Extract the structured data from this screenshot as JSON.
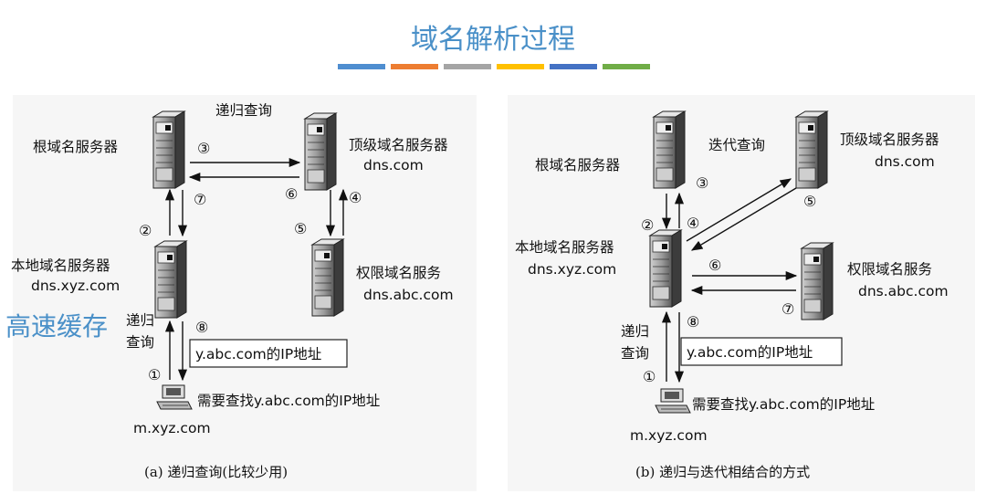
{
  "title": "域名解析过程",
  "stripe_colors": [
    "#4f8ed0",
    "#ed7d31",
    "#a5a5a5",
    "#ffc000",
    "#4472c4",
    "#70ad47"
  ],
  "overlay_label": "高速缓存",
  "panel_a": {
    "caption": "(a) 递归查询(比较少用)",
    "root_server": "根域名服务器",
    "tld_server": [
      "顶级域名服务器",
      "dns.com"
    ],
    "auth_server": [
      "权限域名服务",
      "dns.abc.com"
    ],
    "local_server": [
      "本地域名服务器",
      "dns.xyz.com"
    ],
    "query_type_top": "递归查询",
    "query_type_left": [
      "递归",
      "查询"
    ],
    "result_box": "y.abc.com的IP地址",
    "host_request": "需要查找y.abc.com的IP地址",
    "host_name": "m.xyz.com",
    "steps": [
      "①",
      "②",
      "③",
      "④",
      "⑤",
      "⑥",
      "⑦",
      "⑧"
    ]
  },
  "panel_b": {
    "caption": "(b) 递归与迭代相结合的方式",
    "root_server": "根域名服务器",
    "tld_server": [
      "顶级域名服务器",
      "dns.com"
    ],
    "auth_server": [
      "权限域名服务",
      "dns.abc.com"
    ],
    "local_server": [
      "本地域名服务器",
      "dns.xyz.com"
    ],
    "query_type_top": "迭代查询",
    "query_type_left": [
      "递归",
      "查询"
    ],
    "result_box": "y.abc.com的IP地址",
    "host_request": "需要查找y.abc.com的IP地址",
    "host_name": "m.xyz.com",
    "steps": [
      "①",
      "②",
      "③",
      "④",
      "⑤",
      "⑥",
      "⑦",
      "⑧"
    ]
  }
}
